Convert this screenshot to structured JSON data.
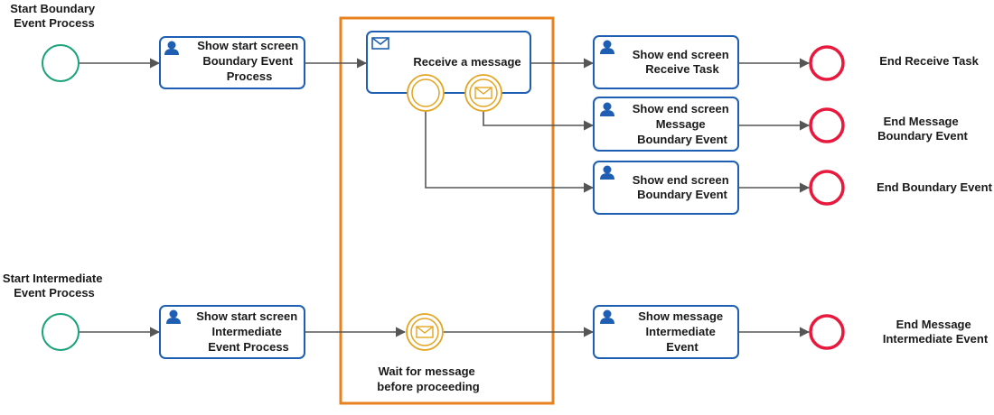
{
  "colors": {
    "task_border": "#1e5fb4",
    "start_event": "#1aa37a",
    "end_event": "#e8193c",
    "boundary_event": "#e3a521",
    "highlight_box": "#e8821e",
    "flow_line": "#555555",
    "user_icon": "#1e5fb4"
  },
  "icons": {
    "user_task": "user-icon",
    "receive_task": "envelope-icon",
    "message_event": "envelope-icon"
  },
  "start_events": [
    {
      "id": "start_boundary",
      "label": [
        "Start Boundary",
        "Event Process"
      ]
    },
    {
      "id": "start_intermediate",
      "label": [
        "Start Intermediate",
        "Event Process"
      ]
    }
  ],
  "tasks": [
    {
      "id": "show_start_boundary",
      "type": "user",
      "label": [
        "Show start screen",
        "Boundary Event",
        "Process"
      ]
    },
    {
      "id": "receive_message",
      "type": "receive",
      "label": [
        "Receive a message"
      ]
    },
    {
      "id": "show_end_receive",
      "type": "user",
      "label": [
        "Show end screen",
        "Receive Task"
      ]
    },
    {
      "id": "show_end_message_boundary",
      "type": "user",
      "label": [
        "Show end screen",
        "Message",
        "Boundary Event"
      ]
    },
    {
      "id": "show_end_boundary",
      "type": "user",
      "label": [
        "Show end screen",
        "Boundary Event"
      ]
    },
    {
      "id": "show_start_intermediate",
      "type": "user",
      "label": [
        "Show start screen",
        "Intermediate",
        "Event Process"
      ]
    },
    {
      "id": "show_message_intermediate",
      "type": "user",
      "label": [
        "Show message",
        "Intermediate",
        "Event"
      ]
    }
  ],
  "intermediate_event": {
    "id": "wait_message",
    "type": "message",
    "label": [
      "Wait for message",
      "before proceeding"
    ]
  },
  "boundary_events": [
    {
      "id": "boundary_timer",
      "type": "plain",
      "attached_to": "receive_message"
    },
    {
      "id": "boundary_message",
      "type": "message",
      "attached_to": "receive_message"
    }
  ],
  "end_events": [
    {
      "id": "end_receive",
      "label": [
        "End Receive Task"
      ]
    },
    {
      "id": "end_message_boundary",
      "label": [
        "End Message",
        "Boundary Event"
      ]
    },
    {
      "id": "end_boundary",
      "label": [
        "End Boundary Event"
      ]
    },
    {
      "id": "end_message_intermediate",
      "label": [
        "End Message",
        "Intermediate Event"
      ]
    }
  ]
}
